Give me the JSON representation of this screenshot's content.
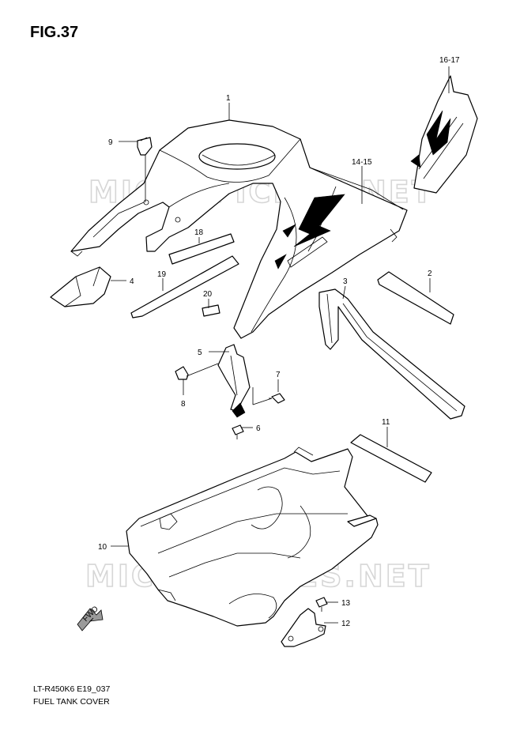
{
  "figure": {
    "title": "FIG.37",
    "model_code": "LT-R450K6 E19_037",
    "section_name": "FUEL TANK COVER"
  },
  "watermark": "MICROFICHES.NET",
  "fwd_label": "FWD",
  "callouts": {
    "c1": "1",
    "c2": "2",
    "c3": "3",
    "c4": "4",
    "c5": "5",
    "c6": "6",
    "c7": "7",
    "c8": "8",
    "c9": "9",
    "c10": "10",
    "c11": "11",
    "c12": "12",
    "c13": "13",
    "c14_15": "14-15",
    "c16_17": "16-17",
    "c18": "18",
    "c19": "19",
    "c20": "20"
  }
}
